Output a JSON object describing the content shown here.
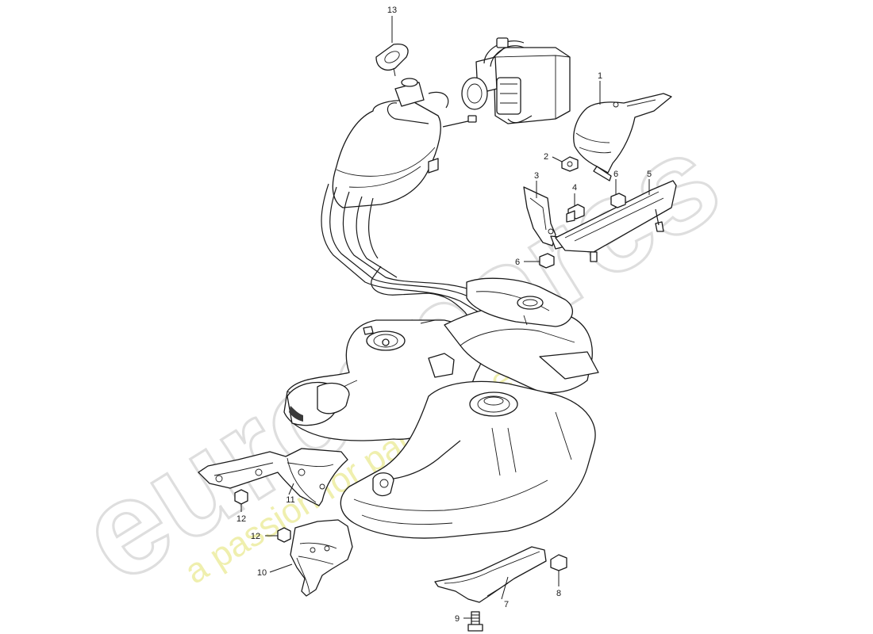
{
  "watermark": {
    "brand": "eurospares",
    "tagline": "a passion for parts since 1985"
  },
  "callouts": {
    "c1": "1",
    "c2": "2",
    "c3": "3",
    "c4": "4",
    "c5": "5",
    "c6a": "6",
    "c6b": "6",
    "c7": "7",
    "c8": "8",
    "c9": "9",
    "c10": "10",
    "c11": "11",
    "c12a": "12",
    "c12b": "12",
    "c13": "13"
  }
}
